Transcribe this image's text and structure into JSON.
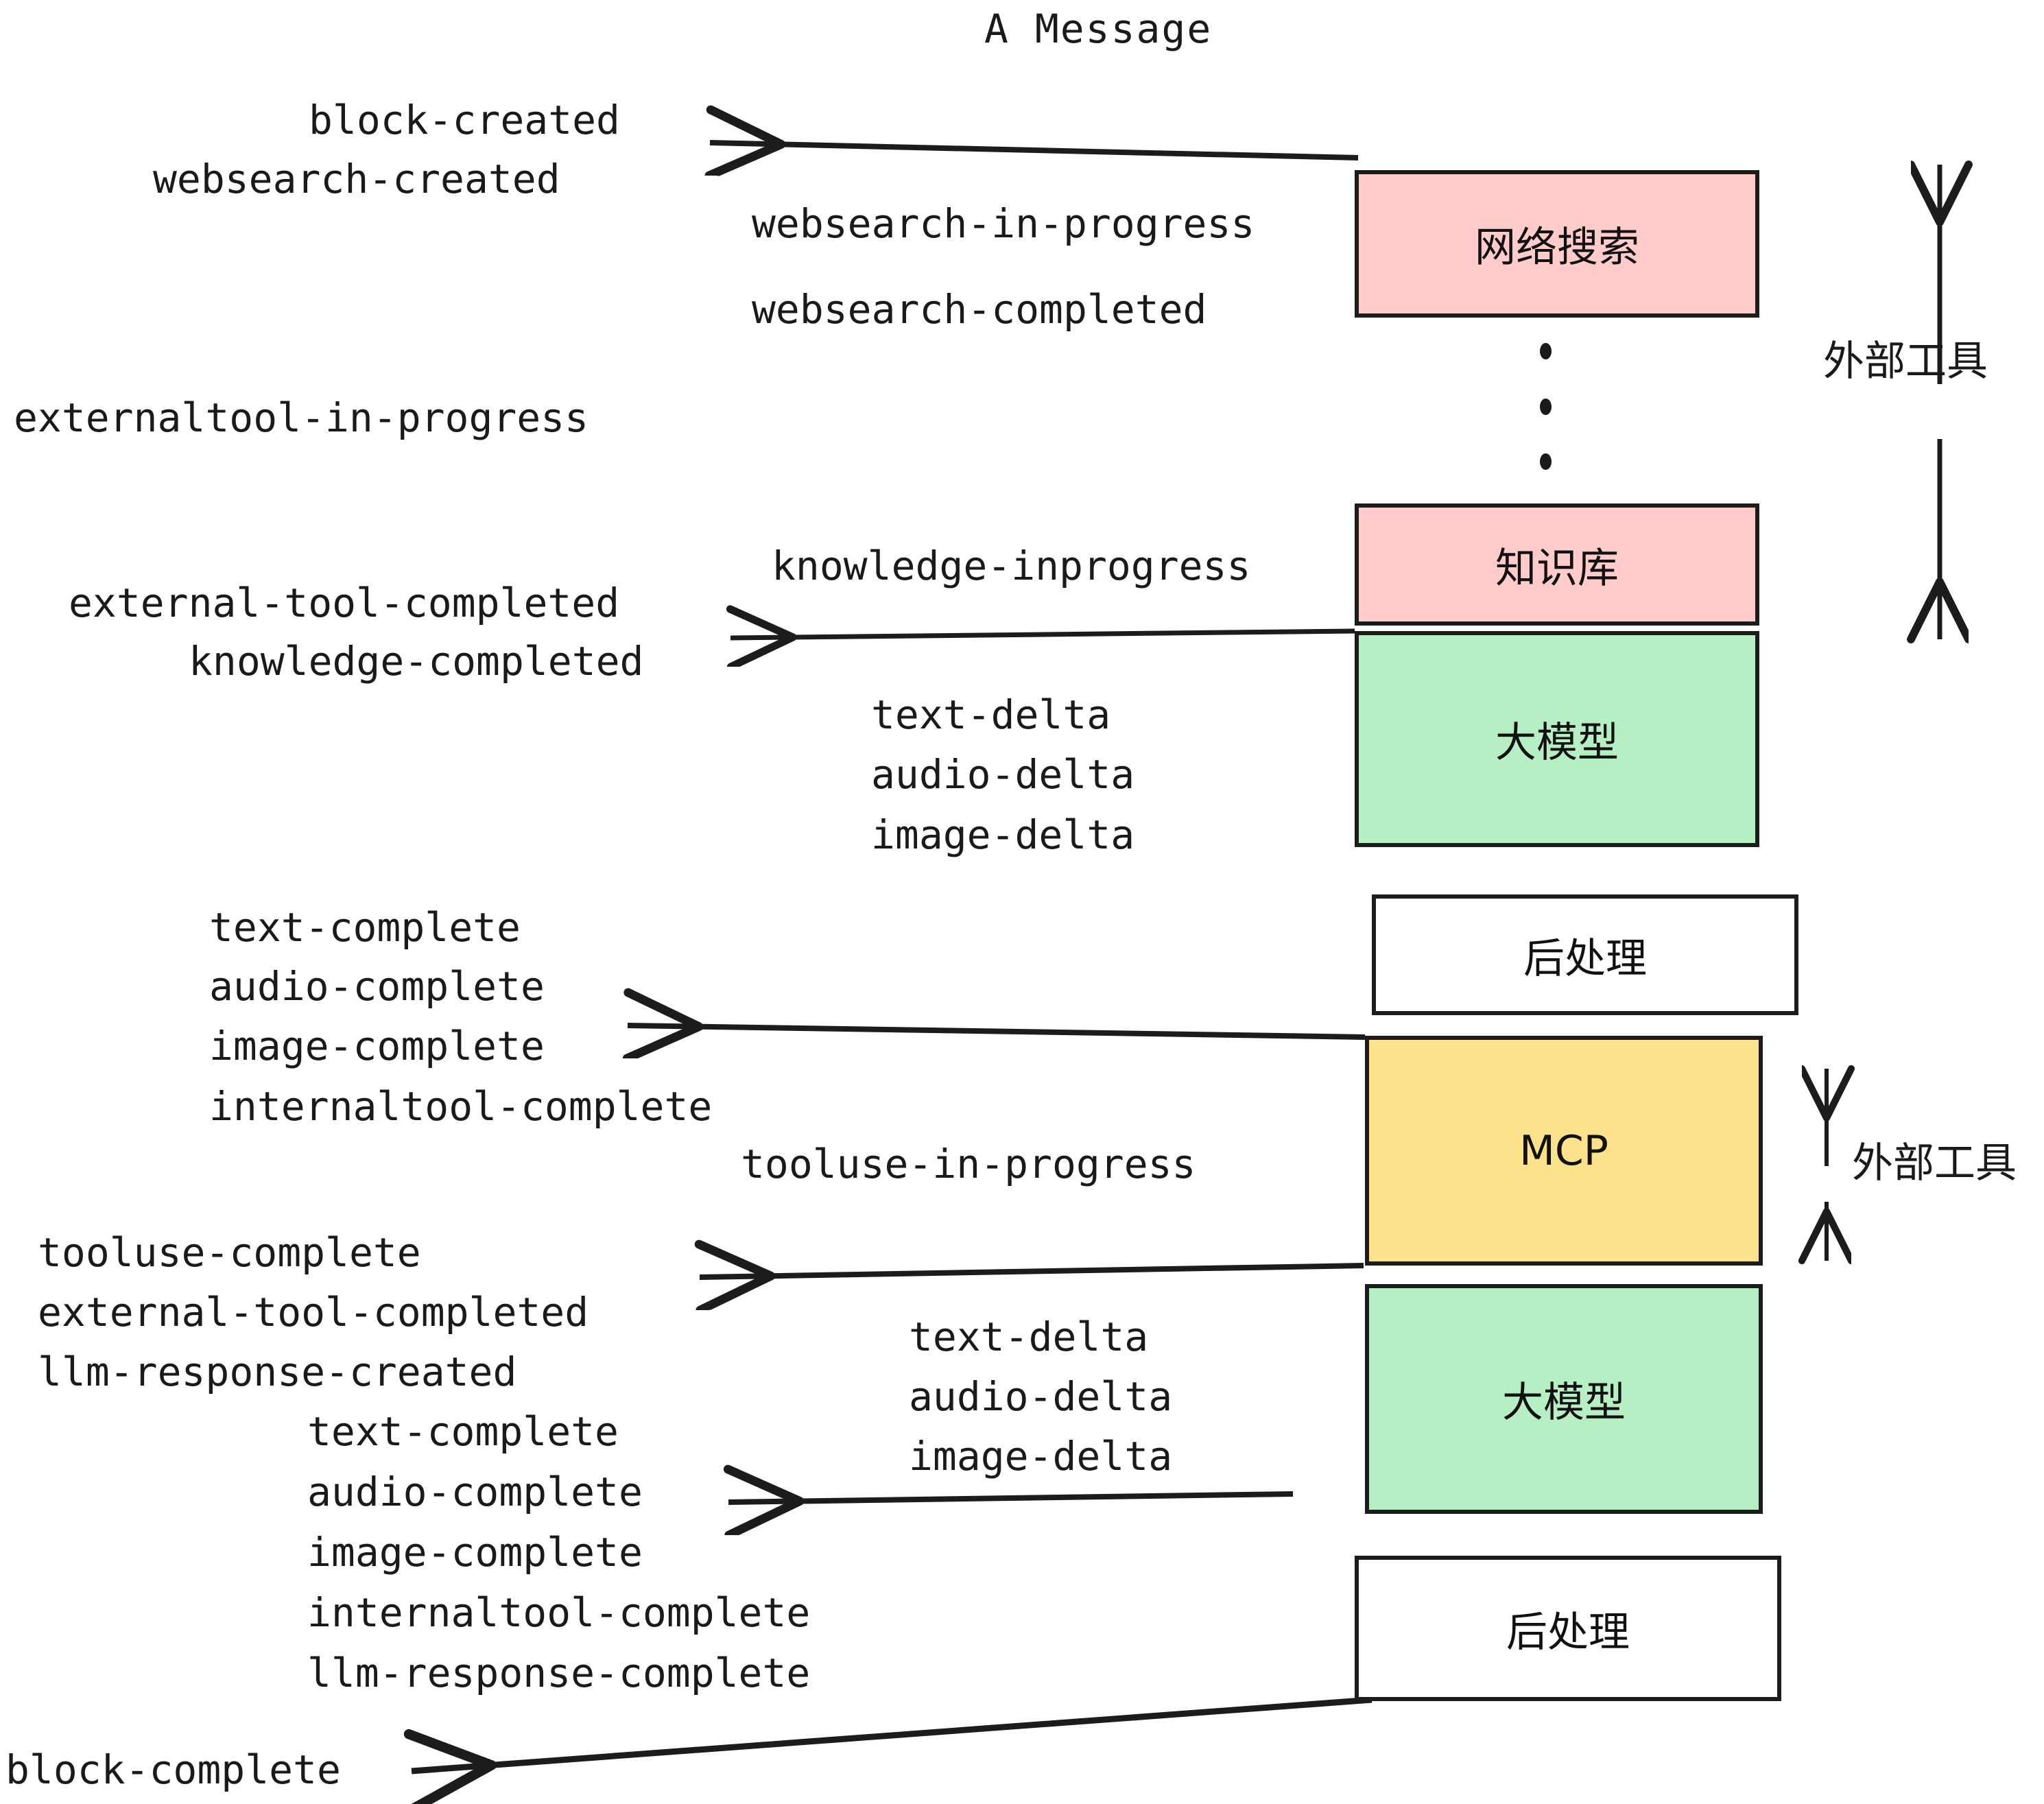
{
  "title": "A Message",
  "events": {
    "left_column": [
      "block-created",
      "websearch-created",
      "externaltool-in-progress",
      "external-tool-completed",
      "knowledge-completed",
      "text-complete",
      "audio-complete",
      "image-complete",
      "internaltool-complete",
      "tooluse-complete",
      "external-tool-completed",
      "llm-response-created",
      "text-complete",
      "audio-complete",
      "image-complete",
      "internaltool-complete",
      "llm-response-complete",
      "block-complete"
    ],
    "mid_column": [
      "websearch-in-progress",
      "websearch-completed",
      "knowledge-inprogress",
      "text-delta",
      "audio-delta",
      "image-delta",
      "tooluse-in-progress",
      "text-delta",
      "audio-delta",
      "image-delta"
    ]
  },
  "labels": {
    "block_created": "block-created",
    "websearch_created": "websearch-created",
    "websearch_in_progress": "websearch-in-progress",
    "websearch_completed": "websearch-completed",
    "externaltool_in_progress": "externaltool-in-progress",
    "knowledge_inprogress": "knowledge-inprogress",
    "external_tool_completed_1": "external-tool-completed",
    "knowledge_completed": "knowledge-completed",
    "text_delta_1": "text-delta",
    "audio_delta_1": "audio-delta",
    "image_delta_1": "image-delta",
    "text_complete_1": "text-complete",
    "audio_complete_1": "audio-complete",
    "image_complete_1": "image-complete",
    "internaltool_complete_1": "internaltool-complete",
    "tooluse_in_progress": "tooluse-in-progress",
    "tooluse_complete": "tooluse-complete",
    "external_tool_completed_2": "external-tool-completed",
    "llm_response_created": "llm-response-created",
    "text_delta_2": "text-delta",
    "audio_delta_2": "audio-delta",
    "image_delta_2": "image-delta",
    "text_complete_2": "text-complete",
    "audio_complete_2": "audio-complete",
    "image_complete_2": "image-complete",
    "internaltool_complete_2": "internaltool-complete",
    "llm_response_complete": "llm-response-complete",
    "block_complete": "block-complete"
  },
  "nodes": {
    "websearch": "网络搜索",
    "knowledge": "知识库",
    "llm_1": "大模型",
    "postprocess_1": "后处理",
    "mcp": "MCP",
    "llm_2": "大模型",
    "postprocess_2": "后处理"
  },
  "annotations": {
    "external_tool_top": "外部工具",
    "external_tool_bottom": "外部工具"
  },
  "colors": {
    "pink": "#FFCCCB",
    "green": "#B6EFC3",
    "yellow": "#FCE38B",
    "white": "#FFFFFF",
    "stroke": "#1C1C1C",
    "text": "#1A1A1A",
    "background": "#FFFFFF"
  }
}
